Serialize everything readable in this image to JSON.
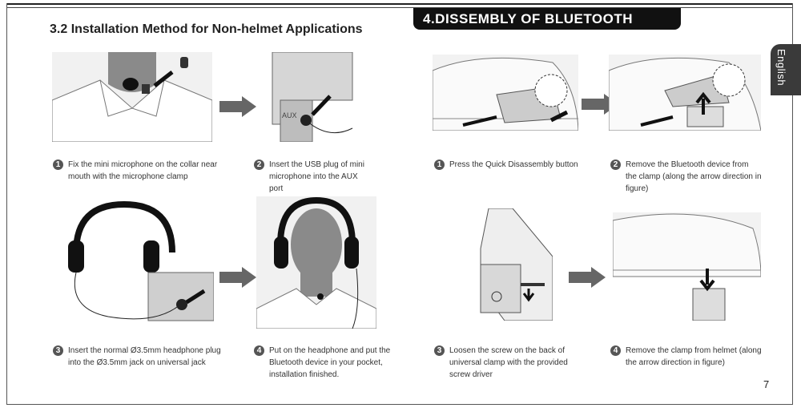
{
  "left_section": {
    "title": "3.2  Installation Method for Non-helmet Applications",
    "steps": [
      {
        "num": "1",
        "text": "Fix the mini microphone on the collar near mouth with the microphone clamp"
      },
      {
        "num": "2",
        "text": "Insert the USB plug of mini microphone into the AUX port"
      },
      {
        "num": "3",
        "text": "Insert the normal Ø3.5mm headphone plug into the Ø3.5mm jack on universal jack"
      },
      {
        "num": "4",
        "text": "Put on the headphone and put the Bluetooth device in your pocket, installation finished."
      }
    ],
    "aux_label": "AUX"
  },
  "right_section": {
    "title": "4.DISSEMBLY  OF  BLUETOOTH DEVICE",
    "steps": [
      {
        "num": "1",
        "text": "Press the Quick Disassembly button"
      },
      {
        "num": "2",
        "text": "Remove the Bluetooth device from the clamp (along the arrow direction in figure)"
      },
      {
        "num": "3",
        "text": "Loosen the screw on the back of universal clamp with the provided screw driver"
      },
      {
        "num": "4",
        "text": "Remove the clamp from helmet (along the arrow direction in figure)"
      }
    ]
  },
  "language_tab": "English",
  "page_number": "7"
}
